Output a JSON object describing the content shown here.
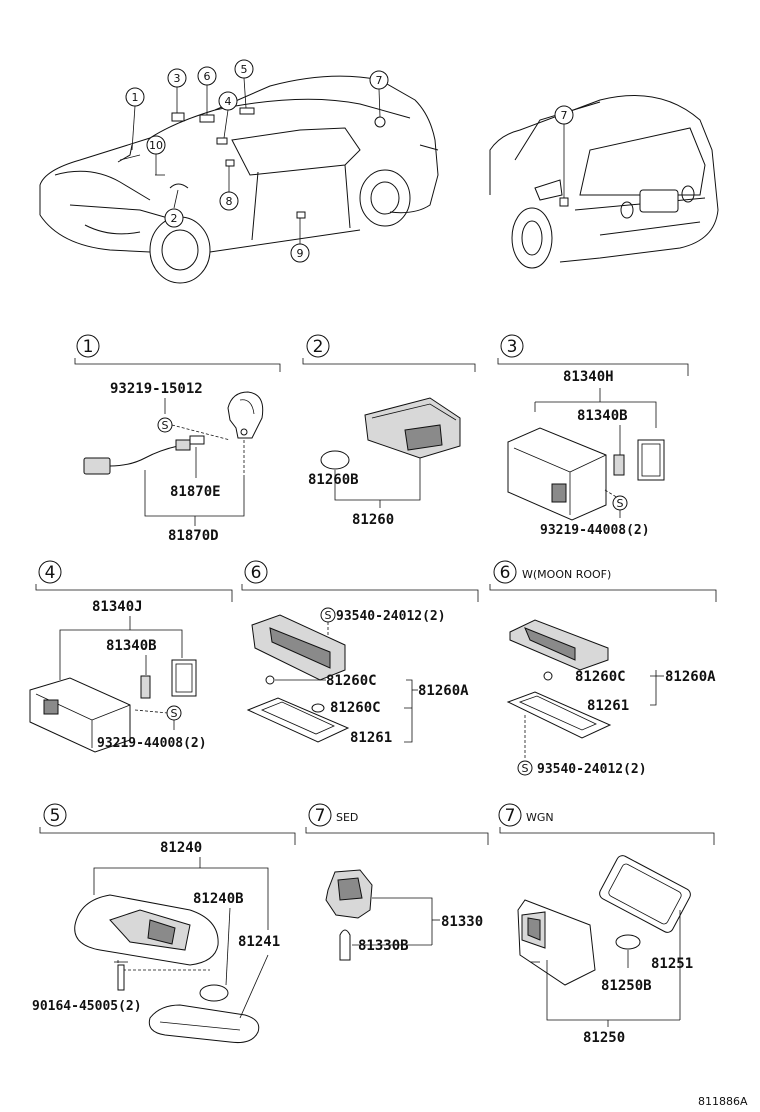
{
  "callouts": [
    "1",
    "2",
    "3",
    "4",
    "5",
    "6",
    "7",
    "7",
    "8",
    "9",
    "10"
  ],
  "sections": {
    "s1": {
      "num": "1"
    },
    "s2": {
      "num": "2"
    },
    "s3": {
      "num": "3"
    },
    "s4": {
      "num": "4"
    },
    "s6a": {
      "num": "6"
    },
    "s6b": {
      "num": "6",
      "note": "W(MOON ROOF)"
    },
    "s5": {
      "num": "5"
    },
    "s7a": {
      "num": "7",
      "note": "SED"
    },
    "s7b": {
      "num": "7",
      "note": "WGN"
    }
  },
  "parts": {
    "p93219_15012": "93219-15012",
    "p81870E": "81870E",
    "p81870D": "81870D",
    "p81260B": "81260B",
    "p81260": "81260",
    "p81340H": "81340H",
    "p81340B_3": "81340B",
    "p93219_44008_3": "93219-44008(2)",
    "p81340J": "81340J",
    "p81340B_4": "81340B",
    "p93219_44008_4": "93219-44008(2)",
    "p93540_a": "93540-24012(2)",
    "p81260C_a1": "81260C",
    "p81260C_a2": "81260C",
    "p81260A_a": "81260A",
    "p81261_a": "81261",
    "p81260C_b": "81260C",
    "p81260A_b": "81260A",
    "p81261_b": "81261",
    "p93540_b": "93540-24012(2)",
    "p81240": "81240",
    "p81240B": "81240B",
    "p81241": "81241",
    "p90164": "90164-45005(2)",
    "p81330": "81330",
    "p81330B": "81330B",
    "p81251": "81251",
    "p81250B": "81250B",
    "p81250": "81250"
  },
  "screw_symbol": "S",
  "diagram_code": "811886A"
}
